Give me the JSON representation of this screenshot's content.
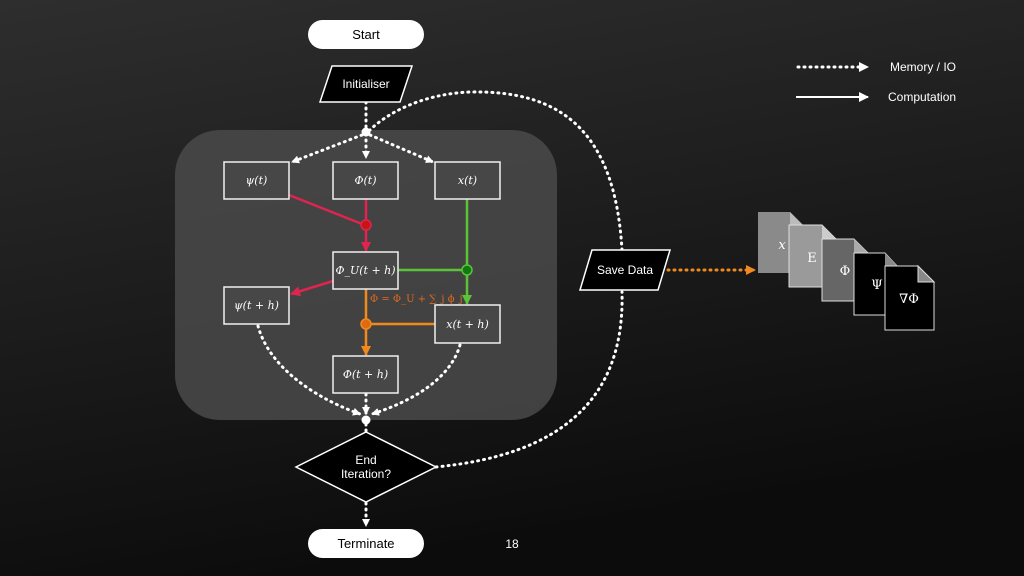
{
  "start_label": "Start",
  "initialiser_label": "Initialiser",
  "nodes": {
    "psi_t": "ψ(t)",
    "phi_t": "Φ(t)",
    "x_t": "x(t)",
    "phi_u": "Φ_U(t + h)",
    "psi_th": "ψ(t + h)",
    "x_th": "x(t + h)",
    "phi_th": "Φ(t + h)"
  },
  "formula": "Φ = Φ_U + ∑_j ϕ_j",
  "decision_label": [
    "End",
    "Iteration?"
  ],
  "terminate_label": "Terminate",
  "save_data_label": "Save Data",
  "files": [
    "x",
    "E",
    "Φ",
    "Ψ",
    "∇Φ"
  ],
  "legend": {
    "memory": "Memory / IO",
    "computation": "Computation"
  },
  "page_number": "18",
  "colors": {
    "red": "#e0244f",
    "green": "#5cc23a",
    "orange": "#f08a1e",
    "red_dot": "#c81414",
    "green_dot": "#107a10",
    "orange_dot": "#e06a10"
  }
}
